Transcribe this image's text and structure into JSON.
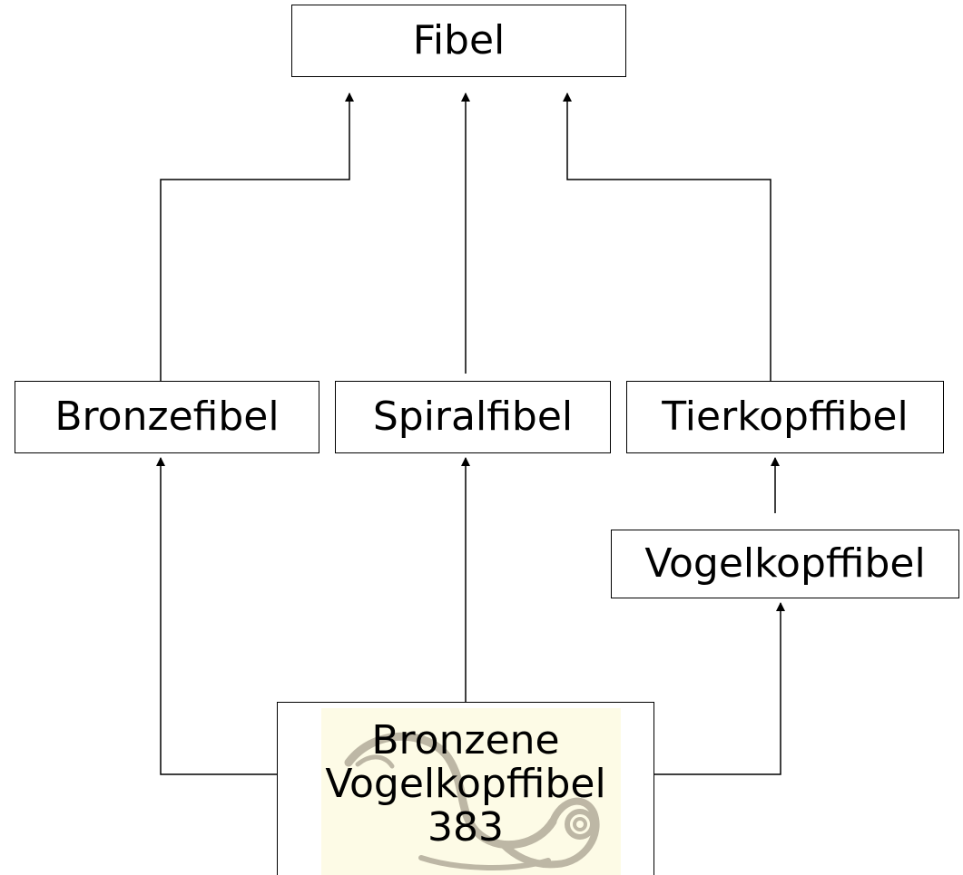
{
  "diagram": {
    "nodes": {
      "fibel": "Fibel",
      "bronzefibel": "Bronzefibel",
      "spiralfibel": "Spiralfibel",
      "tierkopffibel": "Tierkopffibel",
      "vogelkopffibel": "Vogelkopffibel",
      "bronzene": {
        "line1": "Bronzene",
        "line2": "Vogelkopffibel",
        "line3": "383"
      }
    },
    "edges": [
      {
        "from": "Bronzefibel",
        "to": "Fibel"
      },
      {
        "from": "Spiralfibel",
        "to": "Fibel"
      },
      {
        "from": "Tierkopffibel",
        "to": "Fibel"
      },
      {
        "from": "Vogelkopffibel",
        "to": "Tierkopffibel"
      },
      {
        "from": "Bronzene Vogelkopffibel 383",
        "to": "Bronzefibel"
      },
      {
        "from": "Bronzene Vogelkopffibel 383",
        "to": "Spiralfibel"
      },
      {
        "from": "Bronzene Vogelkopffibel 383",
        "to": "Vogelkopffibel"
      }
    ],
    "colors": {
      "line": "#000000",
      "box_border": "#000000",
      "photo_background": "#fdfbe6",
      "artifact": "#8a8070"
    }
  }
}
